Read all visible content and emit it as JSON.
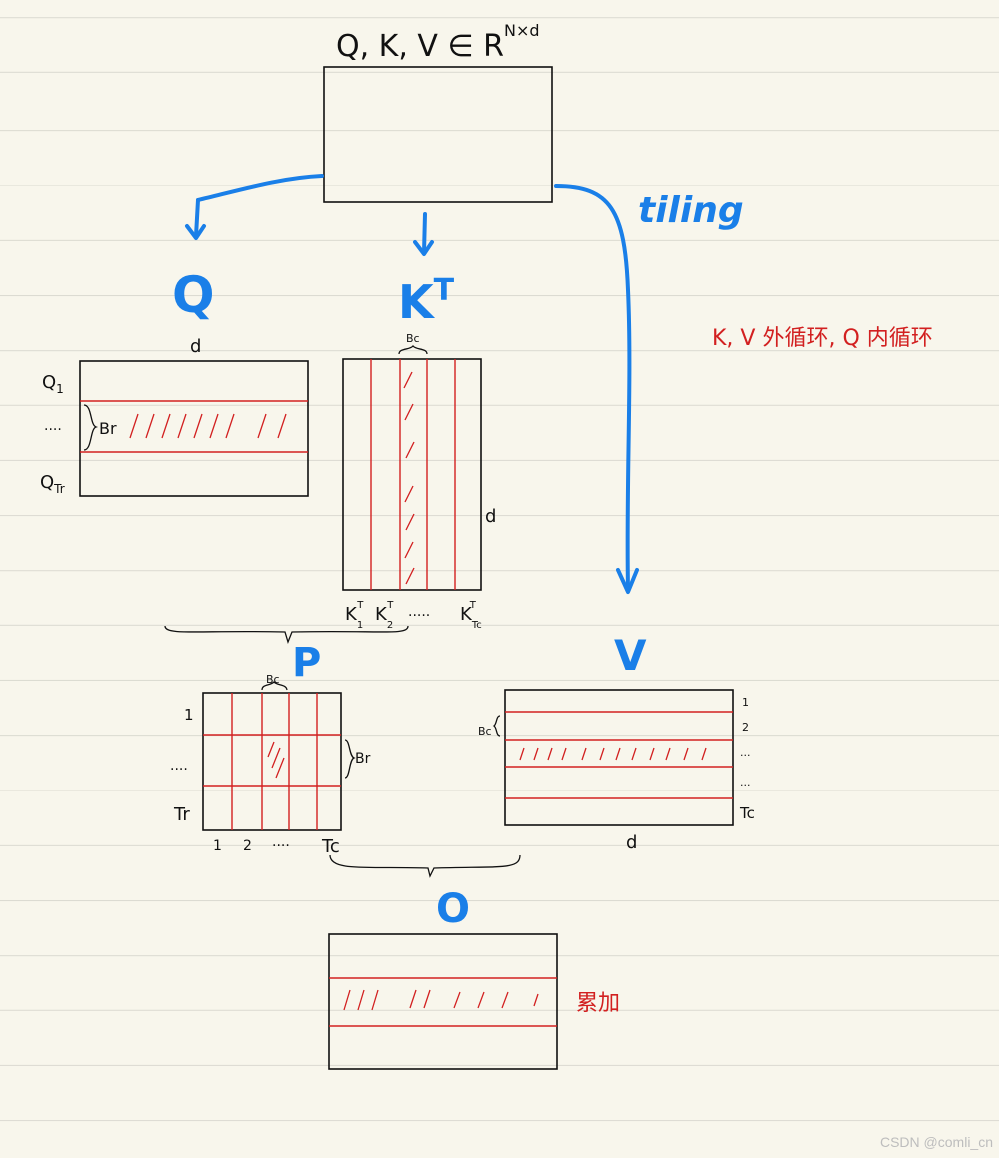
{
  "top_label": "Q, K, V ∈ R",
  "top_label_sup": "N×d",
  "tiling_label": "tiling",
  "loop_note": "K, V 外循环, Q 内循环",
  "accumulate_note": "累加",
  "q": {
    "title": "Q",
    "top_dim": "d",
    "row_first": "Q",
    "row_first_sub": "1",
    "row_dots": "....",
    "row_last": "Q",
    "row_last_sub": "Tr",
    "block": "Br"
  },
  "kt": {
    "title": "K",
    "title_sup": "T",
    "block": "Bc",
    "side_dim": "d",
    "col_first": "K",
    "col_first_sub": "1",
    "col_second": "K",
    "col_second_sub": "2",
    "col_dots": ".....",
    "col_last": "K",
    "col_last_sub": "Tc",
    "col_sup": "T"
  },
  "p": {
    "title": "P",
    "block_top": "Bc",
    "block_side": "Br",
    "row_first": "1",
    "row_dots": "....",
    "row_last": "Tr",
    "col_first": "1",
    "col_second": "2",
    "col_dots": "....",
    "col_last": "Tc"
  },
  "v": {
    "title": "V",
    "block": "Bc",
    "bottom_dim": "d",
    "row_first": "1",
    "row_second": "2",
    "row_dots1": "...",
    "row_dots2": "...",
    "row_last": "Tc"
  },
  "o": {
    "title": "O"
  },
  "watermark": "CSDN @comli_cn",
  "colors": {
    "accent_blue": "#1a7fe8",
    "accent_red": "#d22020",
    "paper": "#f8f6ec"
  }
}
